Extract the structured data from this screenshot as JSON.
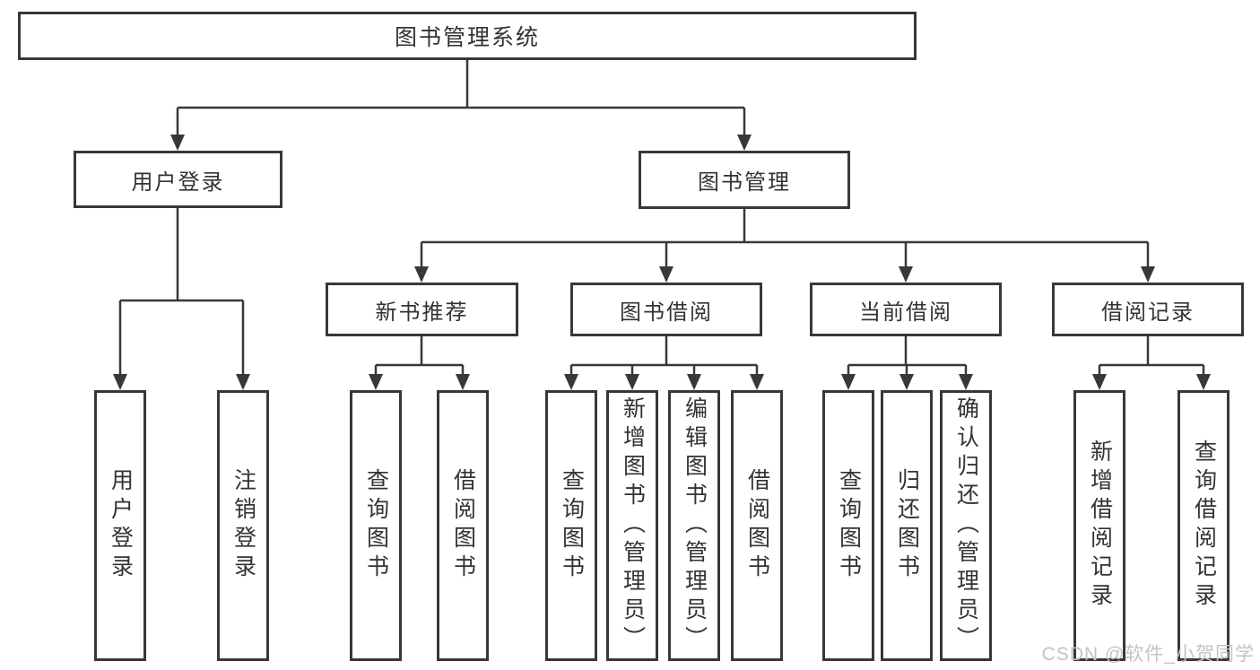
{
  "diagram_title": "图书管理系统",
  "tree": {
    "label": "图书管理系统",
    "children": [
      {
        "label": "用户登录",
        "children": [
          {
            "label": "用户登录"
          },
          {
            "label": "注销登录"
          }
        ]
      },
      {
        "label": "图书管理",
        "children": [
          {
            "label": "新书推荐",
            "children": [
              {
                "label": "查询图书"
              },
              {
                "label": "借阅图书"
              }
            ]
          },
          {
            "label": "图书借阅",
            "children": [
              {
                "label": "查询图书"
              },
              {
                "label": "新增图书（管理员）"
              },
              {
                "label": "编辑图书（管理员）"
              },
              {
                "label": "借阅图书"
              }
            ]
          },
          {
            "label": "当前借阅",
            "children": [
              {
                "label": "查询图书"
              },
              {
                "label": "归还图书"
              },
              {
                "label": "确认归还（管理员）"
              }
            ]
          },
          {
            "label": "借阅记录",
            "children": [
              {
                "label": "新增借阅记录"
              },
              {
                "label": "查询借阅记录"
              }
            ]
          }
        ]
      }
    ]
  },
  "watermark": "CSDN @软件_小贺同学",
  "colors": {
    "line": "#383838",
    "box_border": "#383838",
    "text": "#333333",
    "background": "#ffffff",
    "watermark": "#c3c3c3"
  }
}
